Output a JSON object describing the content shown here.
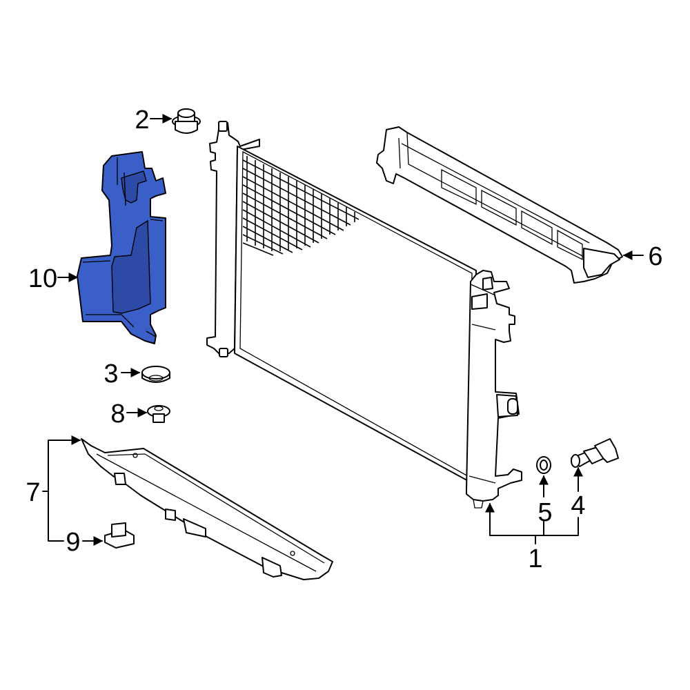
{
  "colors": {
    "highlight": "#3a5fc8",
    "highlight_dark": "#2c4aa6",
    "line": "#000000",
    "background": "#ffffff"
  },
  "callouts": [
    {
      "id": "1",
      "label": "1"
    },
    {
      "id": "2",
      "label": "2"
    },
    {
      "id": "3",
      "label": "3"
    },
    {
      "id": "4",
      "label": "4"
    },
    {
      "id": "5",
      "label": "5"
    },
    {
      "id": "6",
      "label": "6"
    },
    {
      "id": "7",
      "label": "7"
    },
    {
      "id": "8",
      "label": "8"
    },
    {
      "id": "9",
      "label": "9"
    },
    {
      "id": "10",
      "label": "10"
    }
  ]
}
